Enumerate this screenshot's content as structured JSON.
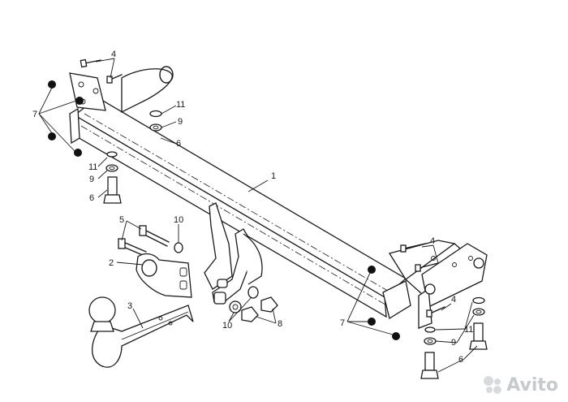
{
  "callouts": {
    "c1": "1",
    "c2": "2",
    "c3": "3",
    "c4a": "4",
    "c4b": "4",
    "c4c": "4",
    "c5": "5",
    "c6a": "6",
    "c6b": "6",
    "c6c": "6",
    "c7a": "7",
    "c7b": "7",
    "c8": "8",
    "c9a": "9",
    "c9b": "9",
    "c9c": "9",
    "c10a": "10",
    "c10b": "10",
    "c11a": "11",
    "c11b": "11",
    "c11c": "11"
  },
  "watermark": {
    "brand": "Avito",
    "logo_icon": "avito-logo-icon"
  }
}
